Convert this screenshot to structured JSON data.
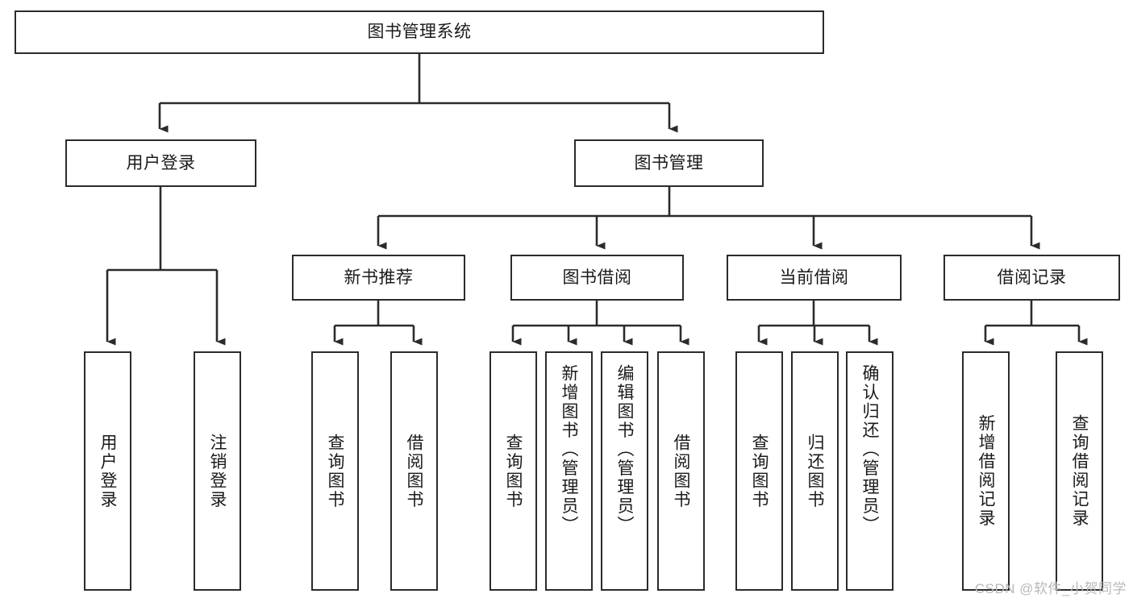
{
  "diagram": {
    "title": "图书管理系统",
    "type": "tree-structure-chart",
    "colors": {
      "box_border": "#2b2b2b",
      "box_fill": "#ffffff",
      "connector": "#2b2b2b",
      "text": "#1a1a1a",
      "watermark": "#b9b9b9"
    },
    "root": {
      "label": "图书管理系统"
    },
    "level2": [
      {
        "label": "用户登录"
      },
      {
        "label": "图书管理"
      }
    ],
    "level3": [
      {
        "label": "新书推荐"
      },
      {
        "label": "图书借阅"
      },
      {
        "label": "当前借阅"
      },
      {
        "label": "借阅记录"
      }
    ],
    "leaves": {
      "user_login": [
        {
          "label": "用户登录"
        },
        {
          "label": "注销登录"
        }
      ],
      "new_book_recommend": [
        {
          "label": "查询图书"
        },
        {
          "label": "借阅图书"
        }
      ],
      "book_borrow": [
        {
          "label": "查询图书"
        },
        {
          "label": "新增图书（管理员）"
        },
        {
          "label": "编辑图书（管理员）"
        },
        {
          "label": "借阅图书"
        }
      ],
      "current_borrow": [
        {
          "label": "查询图书"
        },
        {
          "label": "归还图书"
        },
        {
          "label": "确认归还（管理员）"
        }
      ],
      "borrow_record": [
        {
          "label": "新增借阅记录"
        },
        {
          "label": "查询借阅记录"
        }
      ]
    },
    "watermark": "CSDN @软件_小贺同学"
  }
}
